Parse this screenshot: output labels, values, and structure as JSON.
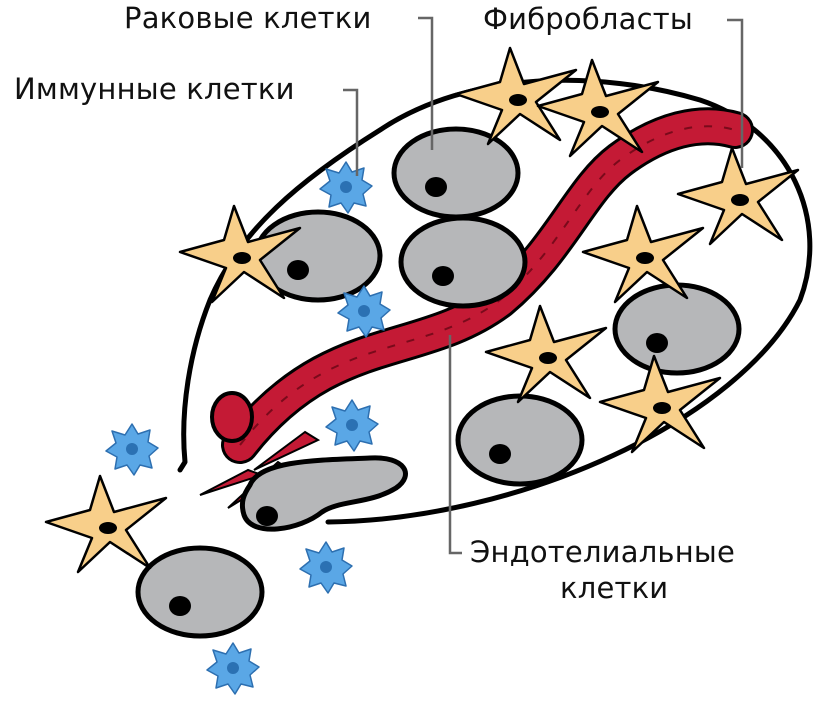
{
  "labels": {
    "cancer_cells": "Раковые клетки",
    "fibroblasts": "Фибробласты",
    "immune_cells": "Иммунные клетки",
    "endothelial_line1": "Эндотелиальные",
    "endothelial_line2": "клетки"
  },
  "colors": {
    "tumor_cell_fill": "#b6b7b9",
    "nucleus": "#000000",
    "fibroblast_fill": "#f8cf8a",
    "immune_cell_fill": "#5aa7e6",
    "vessel_fill": "#c41a35",
    "outline": "#000000",
    "leader_line": "#666666"
  },
  "icons": [
    "tumor-cell-icon",
    "fibroblast-icon",
    "immune-cell-icon",
    "blood-vessel-icon"
  ]
}
